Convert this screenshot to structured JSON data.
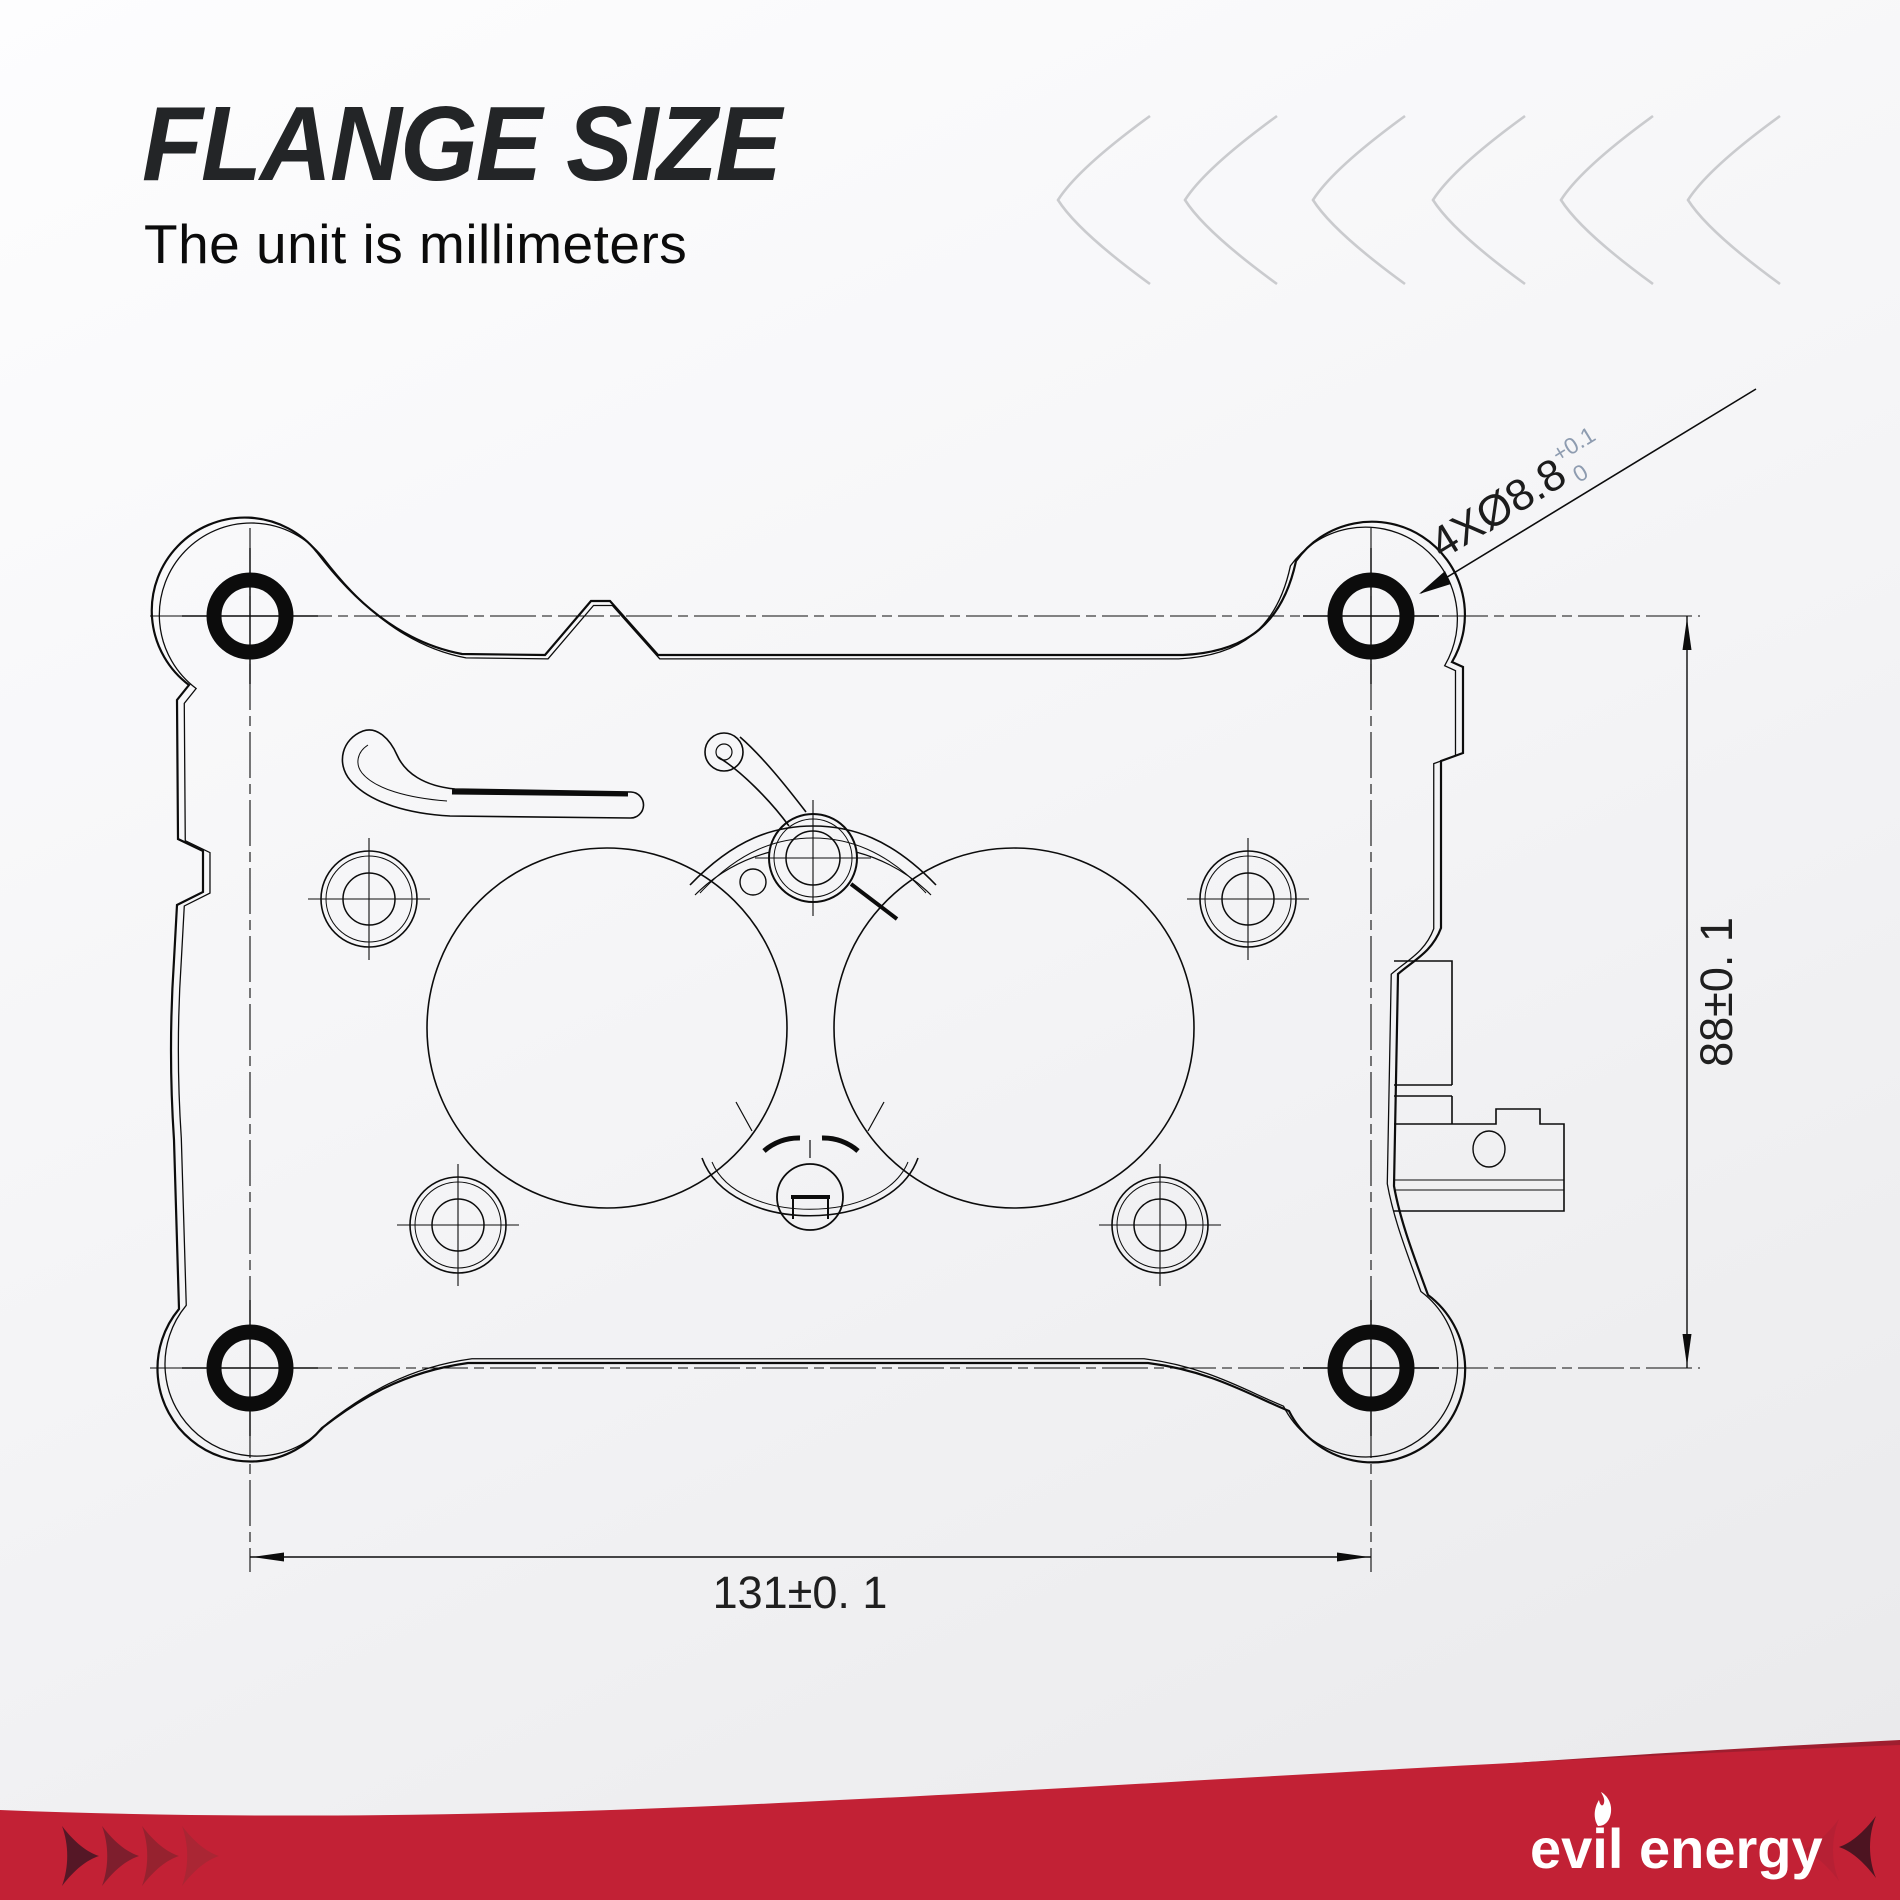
{
  "header": {
    "title": "FLANGE SIZE",
    "subtitle": "The unit is millimeters"
  },
  "drawing": {
    "callout": {
      "label": "4XØ8.8",
      "tolerance_upper": "+0.1",
      "tolerance_lower": "0"
    },
    "dimension_height": "88±0. 1",
    "dimension_width": "131±0. 1"
  },
  "footer": {
    "brand": "evil energy"
  },
  "colors": {
    "accent_red": "#c22135",
    "accent_red_dark": "#9e1e2f",
    "drawing_line": "#0c0c0c",
    "tolerance_text": "#8e9cb0",
    "chevron_gray": "#cacbce",
    "title_color": "#232527"
  }
}
